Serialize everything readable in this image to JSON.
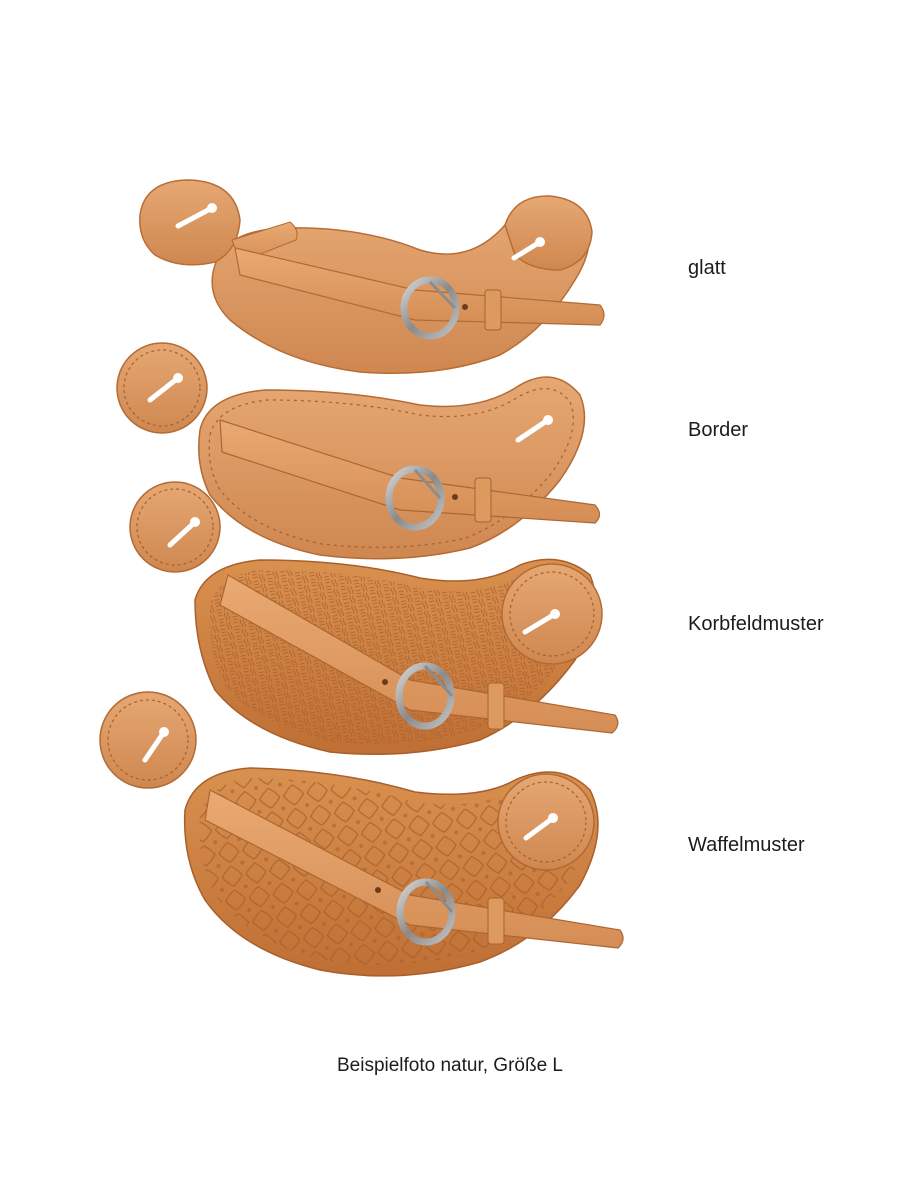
{
  "variants": [
    {
      "label": "glatt"
    },
    {
      "label": "Border"
    },
    {
      "label": "Korbfeldmuster"
    },
    {
      "label": "Waffelmuster"
    }
  ],
  "caption": "Beispielfoto natur, Größe L",
  "colors": {
    "background": "#ffffff",
    "leather_light": "#e2a06a",
    "leather_mid": "#d08a52",
    "leather_dark": "#b8682f",
    "buckle_metal": "#9a9a9a"
  }
}
